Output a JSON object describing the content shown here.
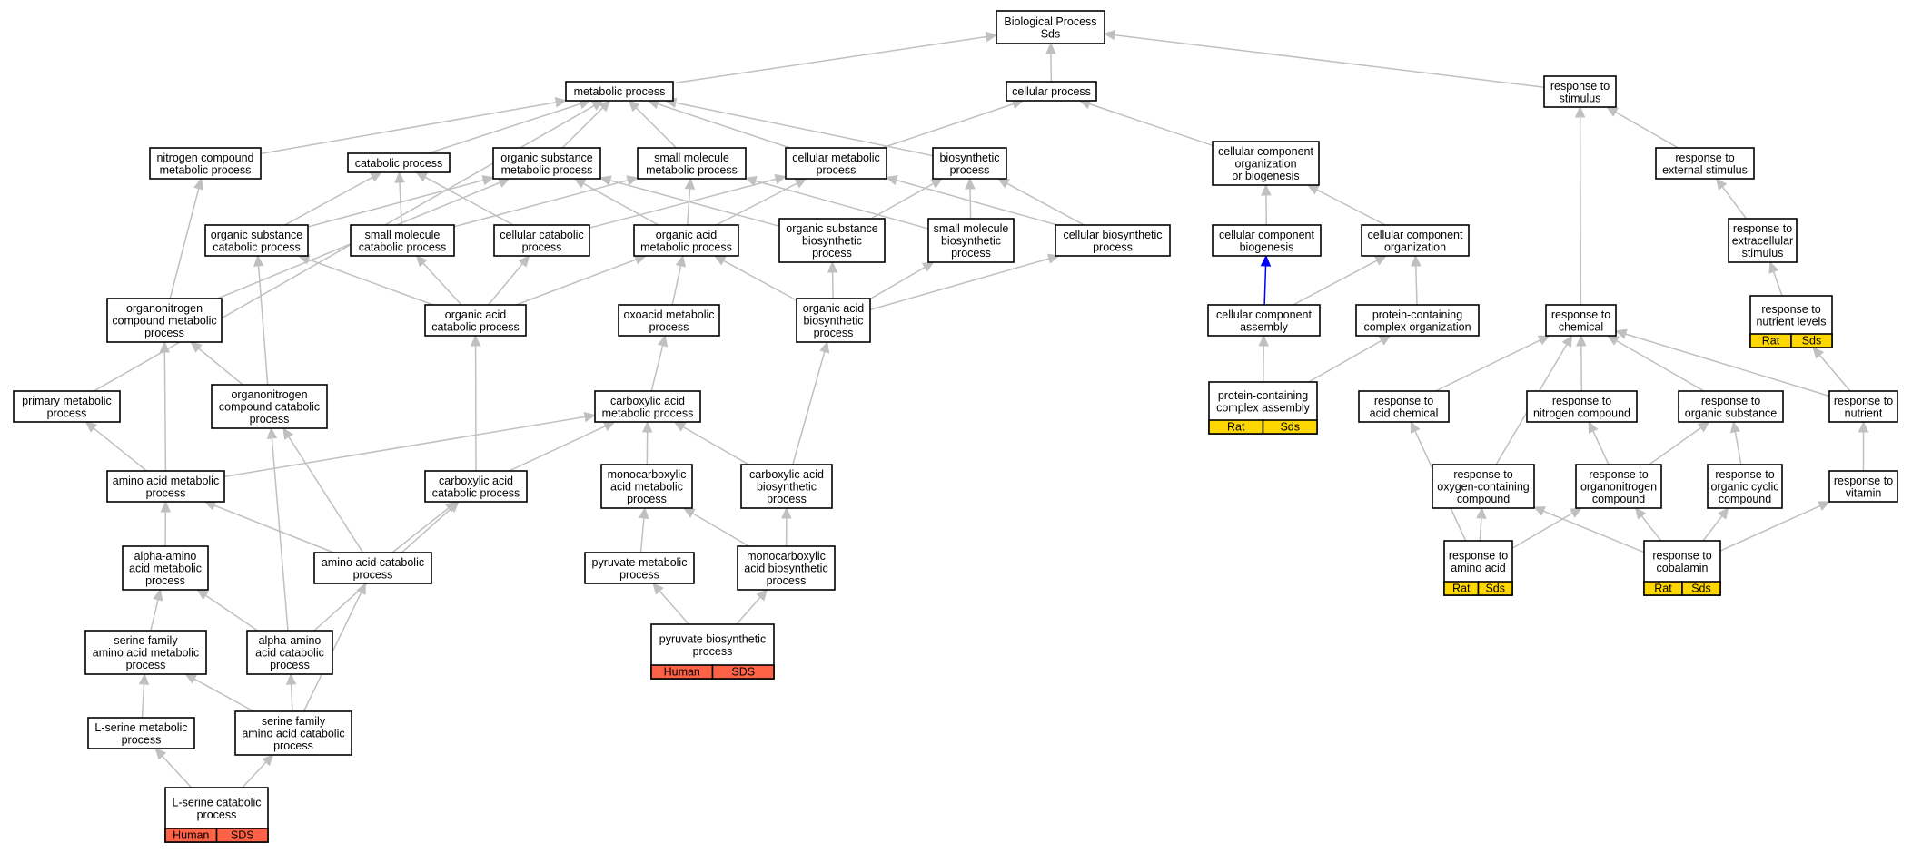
{
  "colors": {
    "edge": "#c0c0c0",
    "highlight_edge": "#0000ff",
    "rat_sds_annotation": "#ffd700",
    "human_sds_annotation": "#ff6347",
    "node_border": "#000000",
    "node_fill": "#ffffff"
  },
  "nodes": [
    {
      "id": "bp",
      "lines": [
        "Biological Process",
        "Sds"
      ]
    },
    {
      "id": "metabolic",
      "lines": [
        "metabolic process"
      ]
    },
    {
      "id": "cellular",
      "lines": [
        "cellular process"
      ]
    },
    {
      "id": "resp_stim",
      "lines": [
        "response to",
        "stimulus"
      ]
    },
    {
      "id": "nitrogen",
      "lines": [
        "nitrogen compound",
        "metabolic process"
      ]
    },
    {
      "id": "catabolic",
      "lines": [
        "catabolic process"
      ]
    },
    {
      "id": "orgsub_met",
      "lines": [
        "organic substance",
        "metabolic process"
      ]
    },
    {
      "id": "smallmol_met",
      "lines": [
        "small molecule",
        "metabolic process"
      ]
    },
    {
      "id": "cell_met",
      "lines": [
        "cellular metabolic",
        "process"
      ]
    },
    {
      "id": "biosyn",
      "lines": [
        "biosynthetic",
        "process"
      ]
    },
    {
      "id": "ccob",
      "lines": [
        "cellular component",
        "organization",
        "or biogenesis"
      ]
    },
    {
      "id": "resp_ext",
      "lines": [
        "response to",
        "external stimulus"
      ]
    },
    {
      "id": "orgsub_cat",
      "lines": [
        "organic substance",
        "catabolic process"
      ]
    },
    {
      "id": "smallmol_cat",
      "lines": [
        "small molecule",
        "catabolic process"
      ]
    },
    {
      "id": "cell_cat",
      "lines": [
        "cellular catabolic",
        "process"
      ]
    },
    {
      "id": "orgacid_met",
      "lines": [
        "organic acid",
        "metabolic process"
      ]
    },
    {
      "id": "orgsub_bio",
      "lines": [
        "organic substance",
        "biosynthetic",
        "process"
      ]
    },
    {
      "id": "smallmol_bio",
      "lines": [
        "small molecule",
        "biosynthetic",
        "process"
      ]
    },
    {
      "id": "cell_bio",
      "lines": [
        "cellular biosynthetic",
        "process"
      ]
    },
    {
      "id": "cc_biogen",
      "lines": [
        "cellular component",
        "biogenesis"
      ]
    },
    {
      "id": "cc_org",
      "lines": [
        "cellular component",
        "organization"
      ]
    },
    {
      "id": "resp_extra",
      "lines": [
        "response to",
        "extracellular",
        "stimulus"
      ]
    },
    {
      "id": "orgnit_met",
      "lines": [
        "organonitrogen",
        "compound metabolic",
        "process"
      ]
    },
    {
      "id": "orgacid_cat",
      "lines": [
        "organic acid",
        "catabolic process"
      ]
    },
    {
      "id": "oxoacid",
      "lines": [
        "oxoacid metabolic",
        "process"
      ]
    },
    {
      "id": "orgacid_bio",
      "lines": [
        "organic acid",
        "biosynthetic",
        "process"
      ]
    },
    {
      "id": "cc_assembly",
      "lines": [
        "cellular component",
        "assembly"
      ]
    },
    {
      "id": "pc_org",
      "lines": [
        "protein-containing",
        "complex organization"
      ]
    },
    {
      "id": "resp_chem",
      "lines": [
        "response to",
        "chemical"
      ]
    },
    {
      "id": "resp_nutlev",
      "lines": [
        "response to",
        "nutrient levels"
      ],
      "annotations": [
        "Rat",
        "Sds"
      ],
      "annotation_color": "#ffd700"
    },
    {
      "id": "primary",
      "lines": [
        "primary metabolic",
        "process"
      ]
    },
    {
      "id": "orgnit_cat",
      "lines": [
        "organonitrogen",
        "compound catabolic",
        "process"
      ]
    },
    {
      "id": "carbox_met",
      "lines": [
        "carboxylic acid",
        "metabolic process"
      ]
    },
    {
      "id": "pc_assembly",
      "lines": [
        "protein-containing",
        "complex assembly"
      ],
      "annotations": [
        "Rat",
        "Sds"
      ],
      "annotation_color": "#ffd700"
    },
    {
      "id": "resp_acid",
      "lines": [
        "response to",
        "acid chemical"
      ]
    },
    {
      "id": "resp_nitcomp",
      "lines": [
        "response to",
        "nitrogen compound"
      ]
    },
    {
      "id": "resp_orgsub",
      "lines": [
        "response to",
        "organic substance"
      ]
    },
    {
      "id": "resp_nutrient",
      "lines": [
        "response to",
        "nutrient"
      ]
    },
    {
      "id": "aa_met",
      "lines": [
        "amino acid metabolic",
        "process"
      ]
    },
    {
      "id": "carbox_cat",
      "lines": [
        "carboxylic acid",
        "catabolic process"
      ]
    },
    {
      "id": "monocarb_met",
      "lines": [
        "monocarboxylic",
        "acid metabolic",
        "process"
      ]
    },
    {
      "id": "carbox_bio",
      "lines": [
        "carboxylic acid",
        "biosynthetic",
        "process"
      ]
    },
    {
      "id": "resp_oxy",
      "lines": [
        "response to",
        "oxygen-containing",
        "compound"
      ]
    },
    {
      "id": "resp_orgnit",
      "lines": [
        "response to",
        "organonitrogen",
        "compound"
      ]
    },
    {
      "id": "resp_orgcyc",
      "lines": [
        "response to",
        "organic cyclic",
        "compound"
      ]
    },
    {
      "id": "resp_vitamin",
      "lines": [
        "response to",
        "vitamin"
      ]
    },
    {
      "id": "alpha_met",
      "lines": [
        "alpha-amino",
        "acid metabolic",
        "process"
      ]
    },
    {
      "id": "aa_cat",
      "lines": [
        "amino acid catabolic",
        "process"
      ]
    },
    {
      "id": "pyruvate_met",
      "lines": [
        "pyruvate metabolic",
        "process"
      ]
    },
    {
      "id": "monocarb_bio",
      "lines": [
        "monocarboxylic",
        "acid biosynthetic",
        "process"
      ]
    },
    {
      "id": "resp_aa",
      "lines": [
        "response to",
        "amino acid"
      ],
      "annotations": [
        "Rat",
        "Sds"
      ],
      "annotation_color": "#ffd700"
    },
    {
      "id": "resp_cobalamin",
      "lines": [
        "response to",
        "cobalamin"
      ],
      "annotations": [
        "Rat",
        "Sds"
      ],
      "annotation_color": "#ffd700"
    },
    {
      "id": "serine_fam_met",
      "lines": [
        "serine family",
        "amino acid metabolic",
        "process"
      ]
    },
    {
      "id": "alpha_cat",
      "lines": [
        "alpha-amino",
        "acid catabolic",
        "process"
      ]
    },
    {
      "id": "pyruvate_bio",
      "lines": [
        "pyruvate biosynthetic",
        "process"
      ],
      "annotations": [
        "Human",
        "SDS"
      ],
      "annotation_color": "#ff6347"
    },
    {
      "id": "lserine_met",
      "lines": [
        "L-serine metabolic",
        "process"
      ]
    },
    {
      "id": "serine_fam_cat",
      "lines": [
        "serine family",
        "amino acid catabolic",
        "process"
      ]
    },
    {
      "id": "lserine_cat",
      "lines": [
        "L-serine catabolic",
        "process"
      ],
      "annotations": [
        "Human",
        "SDS"
      ],
      "annotation_color": "#ff6347"
    }
  ],
  "edges": [
    [
      "metabolic",
      "bp"
    ],
    [
      "cellular",
      "bp"
    ],
    [
      "resp_stim",
      "bp"
    ],
    [
      "nitrogen",
      "metabolic"
    ],
    [
      "catabolic",
      "metabolic"
    ],
    [
      "orgsub_met",
      "metabolic"
    ],
    [
      "smallmol_met",
      "metabolic"
    ],
    [
      "cell_met",
      "metabolic"
    ],
    [
      "biosyn",
      "metabolic"
    ],
    [
      "primary",
      "metabolic"
    ],
    [
      "cell_met",
      "cellular"
    ],
    [
      "ccob",
      "cellular"
    ],
    [
      "resp_ext",
      "resp_stim"
    ],
    [
      "resp_chem",
      "resp_stim"
    ],
    [
      "orgsub_cat",
      "catabolic"
    ],
    [
      "smallmol_cat",
      "catabolic"
    ],
    [
      "cell_cat",
      "catabolic"
    ],
    [
      "orgsub_cat",
      "orgsub_met"
    ],
    [
      "orgnit_met",
      "orgsub_met"
    ],
    [
      "orgacid_met",
      "orgsub_met"
    ],
    [
      "orgsub_bio",
      "orgsub_met"
    ],
    [
      "smallmol_cat",
      "smallmol_met"
    ],
    [
      "orgacid_met",
      "smallmol_met"
    ],
    [
      "smallmol_bio",
      "smallmol_met"
    ],
    [
      "cell_cat",
      "cell_met"
    ],
    [
      "orgacid_met",
      "cell_met"
    ],
    [
      "cell_bio",
      "cell_met"
    ],
    [
      "orgsub_bio",
      "biosyn"
    ],
    [
      "smallmol_bio",
      "biosyn"
    ],
    [
      "cell_bio",
      "biosyn"
    ],
    [
      "orgnit_met",
      "nitrogen"
    ],
    [
      "cc_biogen",
      "ccob"
    ],
    [
      "cc_org",
      "ccob"
    ],
    [
      "resp_extra",
      "resp_ext"
    ],
    [
      "resp_nutlev",
      "resp_extra"
    ],
    [
      "orgacid_cat",
      "orgsub_cat"
    ],
    [
      "orgnit_cat",
      "orgsub_cat"
    ],
    [
      "orgacid_cat",
      "smallmol_cat"
    ],
    [
      "orgacid_cat",
      "cell_cat"
    ],
    [
      "orgacid_cat",
      "orgacid_met"
    ],
    [
      "oxoacid",
      "orgacid_met"
    ],
    [
      "orgacid_bio",
      "orgacid_met"
    ],
    [
      "orgacid_bio",
      "orgsub_bio"
    ],
    [
      "orgacid_bio",
      "smallmol_bio"
    ],
    [
      "orgacid_bio",
      "cell_bio"
    ],
    [
      "cc_assembly",
      "cc_org"
    ],
    [
      "pc_org",
      "cc_org"
    ],
    [
      "pc_assembly",
      "cc_assembly"
    ],
    [
      "pc_assembly",
      "pc_org"
    ],
    [
      "orgnit_cat",
      "orgnit_met"
    ],
    [
      "aa_met",
      "orgnit_met"
    ],
    [
      "carbox_cat",
      "orgacid_cat"
    ],
    [
      "carbox_met",
      "oxoacid"
    ],
    [
      "carbox_bio",
      "orgacid_bio"
    ],
    [
      "aa_met",
      "primary"
    ],
    [
      "aa_met",
      "carbox_met"
    ],
    [
      "carbox_cat",
      "carbox_met"
    ],
    [
      "monocarb_met",
      "carbox_met"
    ],
    [
      "carbox_bio",
      "carbox_met"
    ],
    [
      "resp_acid",
      "resp_chem"
    ],
    [
      "resp_nitcomp",
      "resp_chem"
    ],
    [
      "resp_orgsub",
      "resp_chem"
    ],
    [
      "resp_nutrient",
      "resp_chem"
    ],
    [
      "resp_oxy",
      "resp_chem"
    ],
    [
      "resp_nutrient",
      "resp_nutlev"
    ],
    [
      "alpha_met",
      "aa_met"
    ],
    [
      "aa_cat",
      "aa_met"
    ],
    [
      "aa_cat",
      "carbox_cat"
    ],
    [
      "alpha_cat",
      "carbox_cat"
    ],
    [
      "pyruvate_met",
      "monocarb_met"
    ],
    [
      "monocarb_bio",
      "monocarb_met"
    ],
    [
      "monocarb_bio",
      "carbox_bio"
    ],
    [
      "resp_orgnit",
      "resp_nitcomp"
    ],
    [
      "resp_orgnit",
      "resp_orgsub"
    ],
    [
      "resp_orgcyc",
      "resp_orgsub"
    ],
    [
      "resp_vitamin",
      "resp_nutrient"
    ],
    [
      "serine_fam_met",
      "alpha_met"
    ],
    [
      "alpha_cat",
      "alpha_met"
    ],
    [
      "aa_cat",
      "orgnit_cat"
    ],
    [
      "alpha_cat",
      "orgnit_cat"
    ],
    [
      "resp_aa",
      "resp_acid"
    ],
    [
      "resp_aa",
      "resp_oxy"
    ],
    [
      "resp_aa",
      "resp_orgnit"
    ],
    [
      "resp_cobalamin",
      "resp_oxy"
    ],
    [
      "resp_cobalamin",
      "resp_orgnit"
    ],
    [
      "resp_cobalamin",
      "resp_orgcyc"
    ],
    [
      "resp_cobalamin",
      "resp_vitamin"
    ],
    [
      "pyruvate_bio",
      "pyruvate_met"
    ],
    [
      "pyruvate_bio",
      "monocarb_bio"
    ],
    [
      "lserine_met",
      "serine_fam_met"
    ],
    [
      "serine_fam_cat",
      "serine_fam_met"
    ],
    [
      "serine_fam_cat",
      "alpha_cat"
    ],
    [
      "serine_fam_cat",
      "aa_cat"
    ],
    [
      "lserine_cat",
      "lserine_met"
    ],
    [
      "lserine_cat",
      "serine_fam_cat"
    ]
  ],
  "highlight_edges": [
    [
      "cc_assembly",
      "cc_biogen"
    ]
  ]
}
